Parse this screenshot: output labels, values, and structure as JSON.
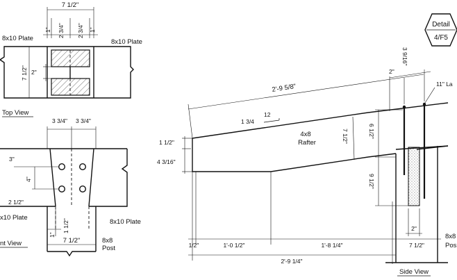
{
  "detail_tag": {
    "line1": "Detail",
    "line2": "4/F5"
  },
  "top_view": {
    "title": "Top View",
    "left_plate": "8x10 Plate",
    "right_plate": "8x10 Plate",
    "overall_width": "7 1/2\"",
    "dim_left": "1\"",
    "dim_mid_1": "2 3/4\"",
    "dim_mid_2": "2 3/4\"",
    "dim_right": "1\"",
    "depth": "7 1/2\"",
    "gap": "2\""
  },
  "front_view": {
    "title": "nt View",
    "left_plate": "x10 Plate",
    "right_plate": "8x10 Plate",
    "top_dim_1": "3 3/4\"",
    "top_dim_2": "3 3/4\"",
    "edge_dim": "3\"",
    "bolt_spacing": "4\"",
    "lower_dim": "2 1/2\"",
    "bottom_dim_1": "1\"",
    "bottom_dim_2": "1 1/2\"",
    "post_width": "7 1/2\"",
    "post_label_1": "8x8",
    "post_label_2": "Post"
  },
  "rafter_view": {
    "top_length": "2'-9 5/8\"",
    "slope_run": "12",
    "slope_rise": "1 3/4",
    "rafter_label_1": "4x8",
    "rafter_label_2": "Rafter",
    "depth": "7 1/2\"",
    "end_dim_1": "1 1/2\"",
    "end_dim_2": "4 3/16\"",
    "bottom_1": "1/2\"",
    "bottom_2": "1'-0 1/2\"",
    "bottom_3": "1'-8 1/4\"",
    "overall": "2'-9 1/4\""
  },
  "side_view": {
    "title": "Side View",
    "lag_label": "11\" La",
    "top_dim_1": "2\"",
    "top_dim_2": "3 9/16\"",
    "upper_depth": "6 1/2\"",
    "lower_depth": "9 1/2\"",
    "gap": "2\"",
    "post_width": "7 1/2\"",
    "post_label_1": "8x8",
    "post_label_2": "Pos"
  }
}
